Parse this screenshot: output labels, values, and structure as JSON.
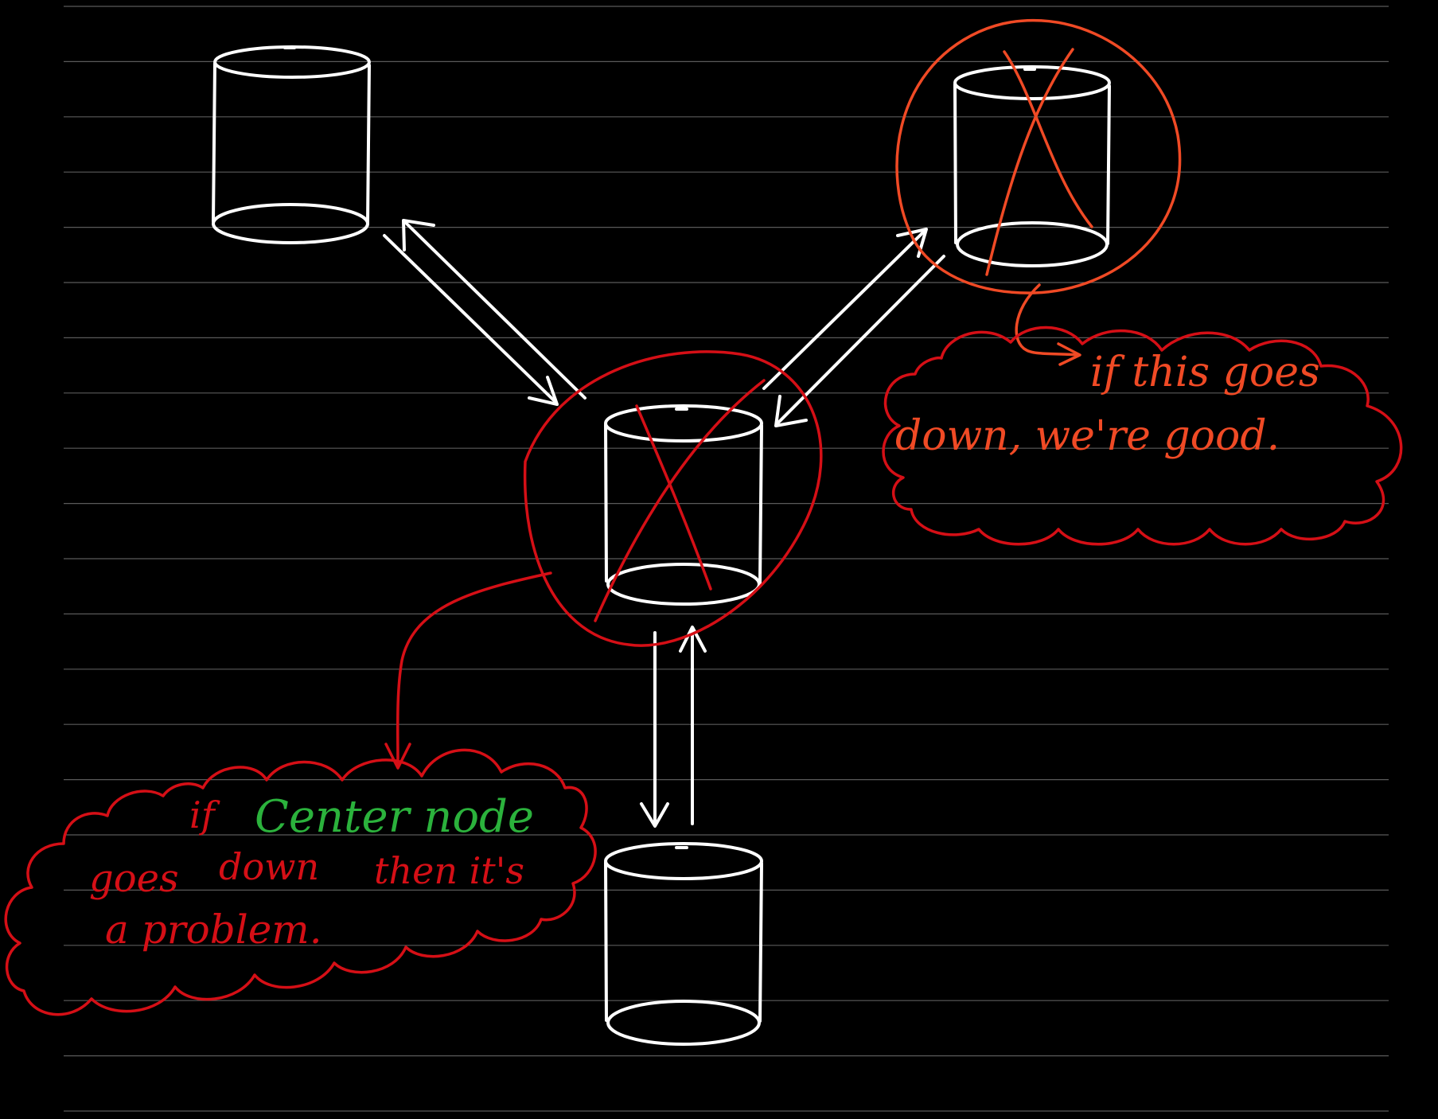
{
  "colors": {
    "background": "#000000",
    "ruled_line": "#5a5a5a",
    "ink_white": "#ffffff",
    "ink_red": "#d50f16",
    "ink_orange": "#f04a25",
    "ink_green": "#2bb23c"
  },
  "notes": {
    "right_cloud": {
      "line1": "if this goes",
      "line2": "down, we're good."
    },
    "left_cloud": {
      "if_word": "if",
      "center_node": "Center node",
      "line2_a": "goes",
      "line2_b": "down",
      "line2_c": "then it's",
      "line3": "a problem."
    }
  }
}
